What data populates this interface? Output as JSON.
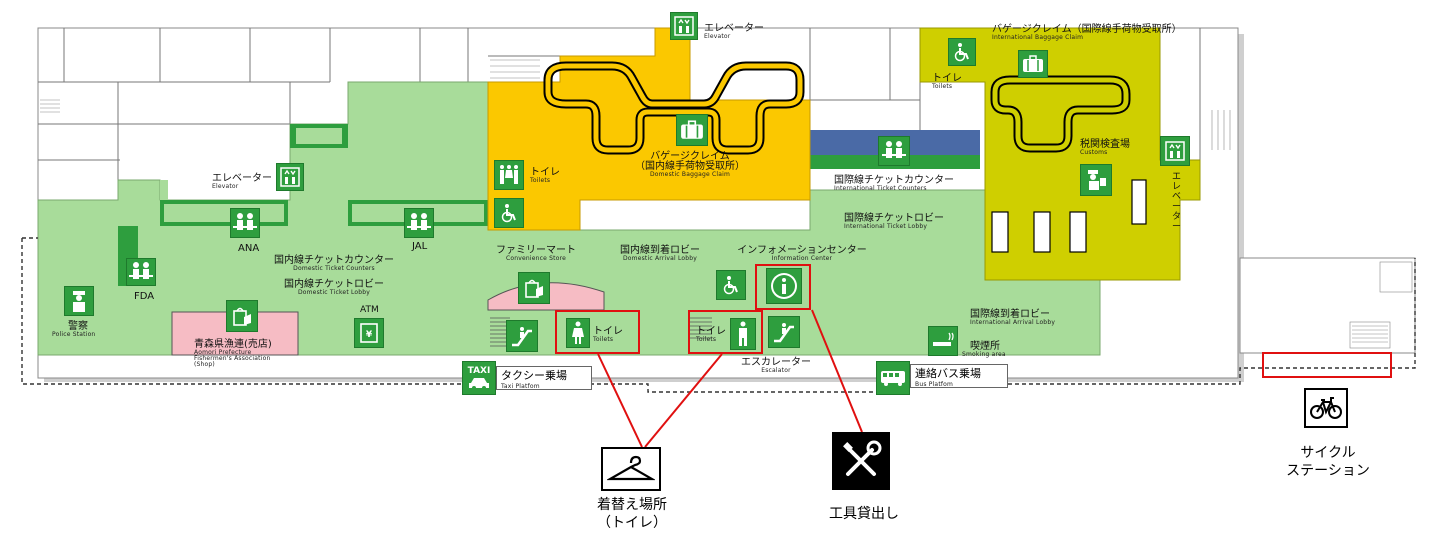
{
  "floor_labels": {
    "elevator_top": {
      "jp": "エレベーター",
      "en": "Elevator"
    },
    "baggage_intl_top": {
      "jp": "バゲージクレイム（国際線手荷物受取所）",
      "en": "International Baggage Claim"
    },
    "toilet_intl": {
      "jp": "トイレ",
      "en": "Toilets"
    },
    "elevator_left": {
      "jp": "エレベーター",
      "en": "Elevator"
    },
    "toilet_dom": {
      "jp": "トイレ",
      "en": "Toilets"
    },
    "baggage_dom": {
      "jp": "バゲージクレイム",
      "jp2": "（国内線手荷物受取所）",
      "en": "Domestic Baggage Claim"
    },
    "customs": {
      "jp": "税関検査場",
      "en": "Customs"
    },
    "elevator_right": {
      "jp": "エレベーター"
    },
    "intl_ticket_counter": {
      "jp": "国際線チケットカウンター",
      "en": "International Ticket Counters"
    },
    "intl_ticket_lobby": {
      "jp": "国際線チケットロビー",
      "en": "International Ticket Lobby"
    },
    "ana": "ANA",
    "jal": "JAL",
    "fda": "FDA",
    "dom_ticket_counter": {
      "jp": "国内線チケットカウンター",
      "en": "Domestic Ticket Counters"
    },
    "dom_ticket_lobby": {
      "jp": "国内線チケットロビー",
      "en": "Domestic Ticket Lobby"
    },
    "family_mart": {
      "jp": "ファミリーマート",
      "en": "Convenience Store"
    },
    "dom_arrival": {
      "jp": "国内線到着ロビー",
      "en": "Domestic Arrival Lobby"
    },
    "info_center": {
      "jp": "インフォメーションセンター",
      "en": "Information Center"
    },
    "police": {
      "jp": "警察",
      "en": "Police Station"
    },
    "atm": "ATM",
    "fishermen": {
      "jp": "青森県漁連(売店)",
      "en1": "Aomori Prefecture",
      "en2": "Fishermen's Association",
      "en3": "(Shop)"
    },
    "toilet_a": {
      "jp": "トイレ",
      "en": "Toilets"
    },
    "toilet_b": {
      "jp": "トイレ",
      "en": "Toilets"
    },
    "intl_arrival": {
      "jp": "国際線到着ロビー",
      "en": "International Arrival Lobby"
    },
    "smoking": {
      "jp": "喫煙所",
      "en": "Smoking area"
    },
    "escalator": {
      "jp": "エスカレーター",
      "en": "Escalator"
    }
  },
  "transport": {
    "taxi_badge": "TAXI",
    "taxi": {
      "jp": "タクシー乗場",
      "en": "Taxi Platfom"
    },
    "bus": {
      "jp": "連絡バス乗場",
      "en": "Bus Platfom"
    }
  },
  "callouts": {
    "changing": {
      "line1": "着替え場所",
      "line2": "（トイレ）",
      "icon": "hanger-icon"
    },
    "tools": {
      "line1": "工具貸出し",
      "icon": "wrench-screwdriver-icon"
    },
    "cycle": {
      "line1": "サイクル",
      "line2": "ステーション",
      "icon": "bicycle-icon"
    }
  },
  "colors": {
    "lobby_green": "#a8dc9a",
    "dark_green": "#2e9e3e",
    "domestic_yellow": "#fbc800",
    "intl_olive": "#cfcf00",
    "blue_band": "#4a6aa6",
    "shop_pink": "#f6bcc4",
    "highlight_red": "#e01010"
  }
}
